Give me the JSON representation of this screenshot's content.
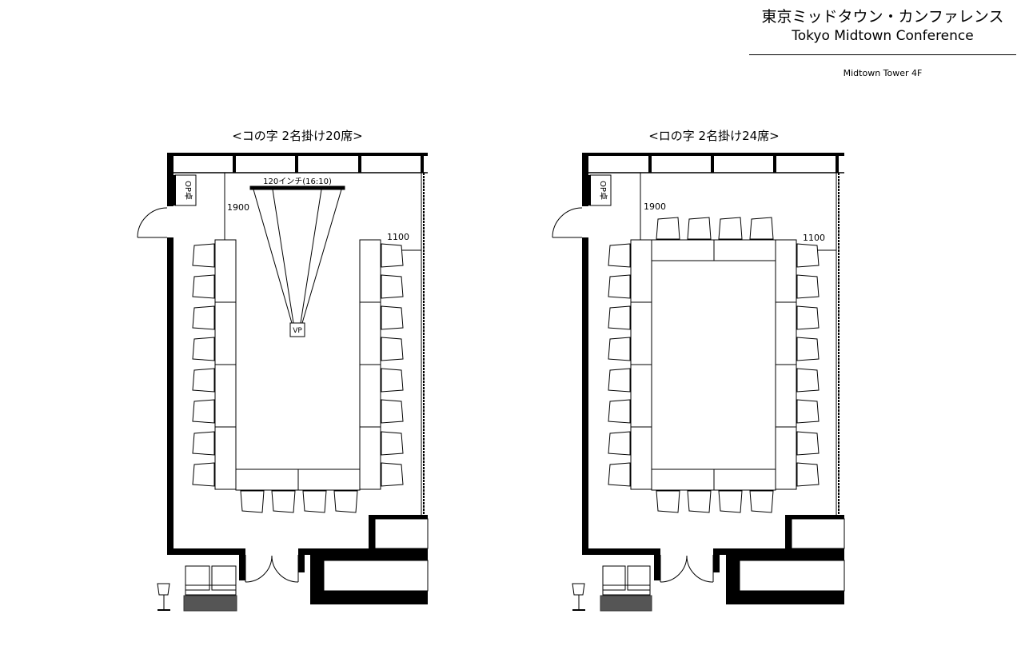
{
  "header": {
    "title_jp": "東京ミッドタウン・カンファレンス",
    "title_en": "Tokyo Midtown Conference",
    "subtitle": "Midtown Tower 4F"
  },
  "plans": [
    {
      "title": "<コの字 2名掛け20席>",
      "op_label": "OP卓",
      "screen_label": "120インチ(16:10)",
      "vp_label": "VP",
      "dim_1900": "1900",
      "dim_1100": "1100"
    },
    {
      "title": "<ロの字 2名掛け24席>",
      "op_label": "OP卓",
      "dim_1900": "1900",
      "dim_1100": "1100"
    }
  ]
}
